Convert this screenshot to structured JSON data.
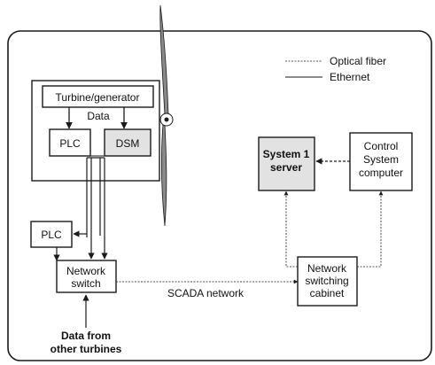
{
  "legend": {
    "optical": "Optical fiber",
    "ethernet": "Ethernet"
  },
  "nodes": {
    "turbine": "Turbine/generator",
    "data": "Data",
    "plc_inner": "PLC",
    "dsm": "DSM",
    "plc_outer": "PLC",
    "switch_l1": "Network",
    "switch_l2": "switch",
    "sys1_l1": "System 1",
    "sys1_l2": "server",
    "ctrl_l1": "Control",
    "ctrl_l2": "System",
    "ctrl_l3": "computer",
    "cab_l1": "Network",
    "cab_l2": "switching",
    "cab_l3": "cabinet",
    "other_l1": "Data from",
    "other_l2": "other turbines"
  },
  "connections": {
    "scada": "SCADA network"
  },
  "colors": {
    "line": "#1a1a1a",
    "box_fill": "#ffffff",
    "shaded_fill": "#e2e2e2",
    "blade_fill": "#8a8a8a"
  }
}
